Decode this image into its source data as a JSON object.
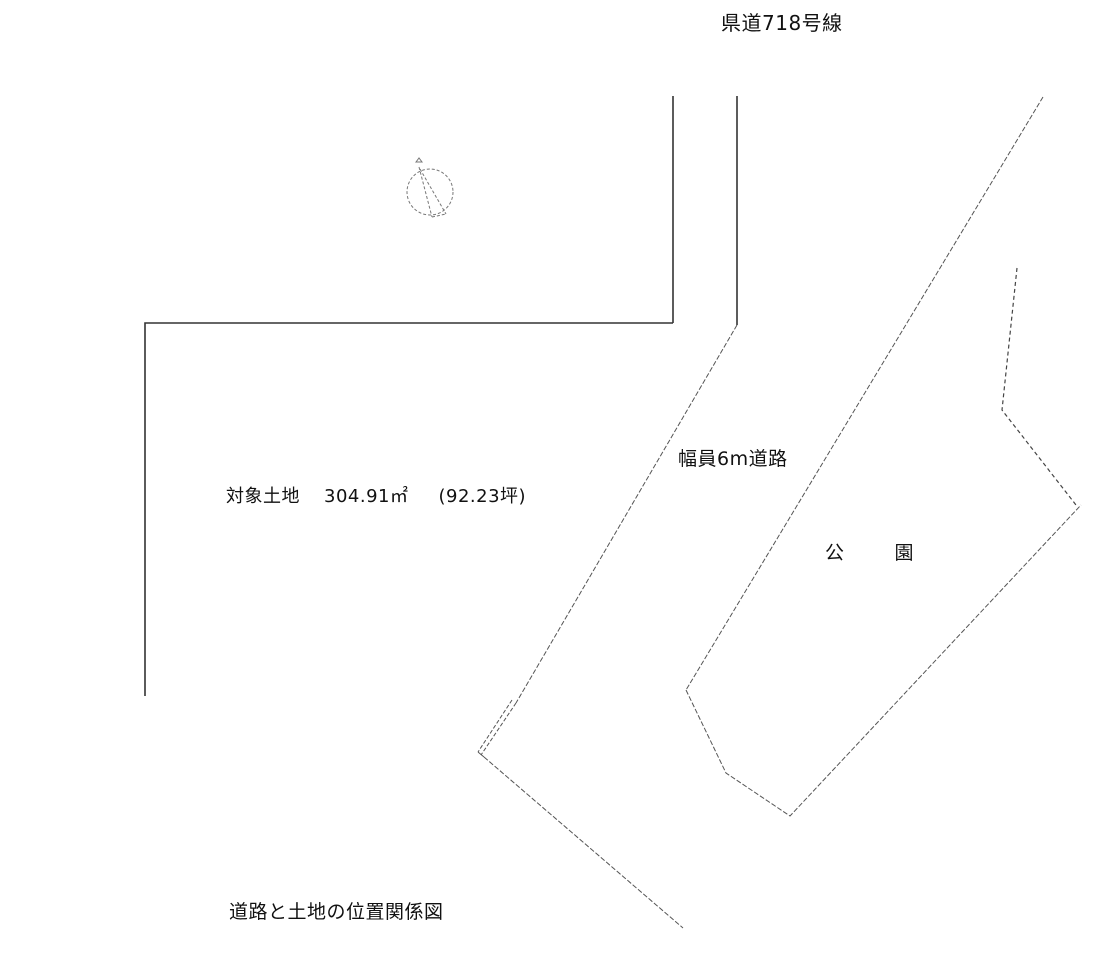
{
  "diagram": {
    "title": "道路と土地の位置関係図",
    "labels": {
      "prefectural_road": "県道718号線",
      "subject_land_name": "対象土地",
      "subject_land_area_m2": "304.91㎡",
      "subject_land_area_tsubo": "(92.23坪)",
      "road_width": "幅員6m道路",
      "park_char1": "公",
      "park_char2": "園"
    },
    "icons": {
      "north_arrow": "north-arrow-compass"
    },
    "colors": {
      "background": "#ffffff",
      "solid_line": "#333333",
      "dashed_line": "#555555",
      "text": "#111111"
    },
    "regions": [
      {
        "name": "subject-land",
        "area_m2": 304.91,
        "area_tsubo": 92.23
      },
      {
        "name": "road-6m",
        "width_m": 6
      },
      {
        "name": "park"
      },
      {
        "name": "prefectural-road-718"
      }
    ]
  }
}
